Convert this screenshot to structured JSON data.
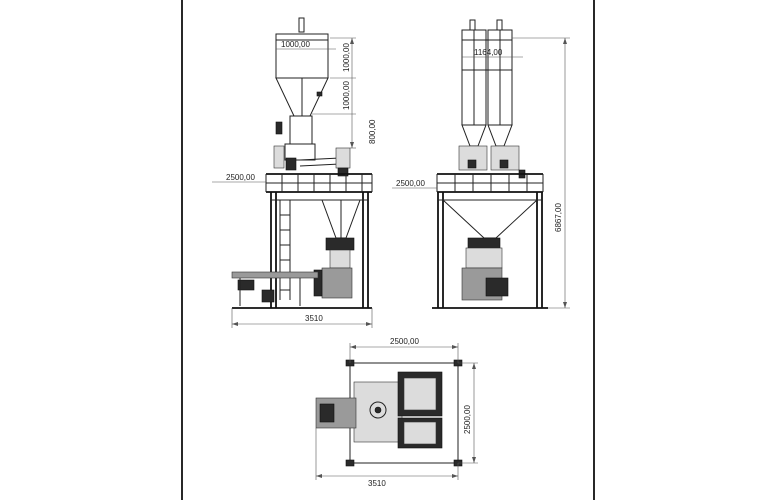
{
  "dimensions": {
    "side_hopper_width": "1000,00",
    "side_h1": "1000,00",
    "side_h2": "1000,00",
    "side_h3": "800,00",
    "side_platform": "2500,00",
    "side_base": "3510",
    "front_hopper_width": "1164,00",
    "front_platform": "2500,00",
    "front_height": "6867,00",
    "plan_top": "2500,00",
    "plan_right": "2500,00",
    "plan_bottom": "3510"
  }
}
